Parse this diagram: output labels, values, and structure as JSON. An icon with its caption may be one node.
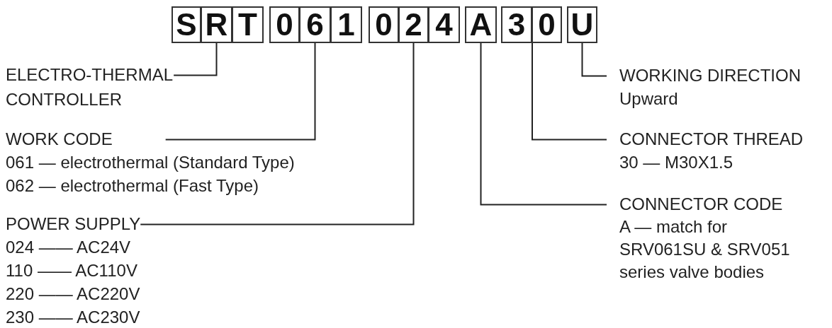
{
  "diagram": {
    "nodes": [
      {
        "text": [
          "S"
        ]
      },
      {
        "text": [
          "R"
        ]
      },
      {
        "text": [
          "T"
        ]
      },
      {
        "text": [
          "0"
        ]
      },
      {
        "text": [
          "6"
        ]
      },
      {
        "text": [
          "1"
        ]
      },
      {
        "text": [
          "0"
        ]
      },
      {
        "text": [
          "2"
        ]
      },
      {
        "text": [
          "4"
        ]
      },
      {
        "text": [
          "A"
        ]
      },
      {
        "text": [
          "3"
        ]
      },
      {
        "text": [
          "0"
        ]
      },
      {
        "text": [
          "U"
        ]
      },
      {
        "text": [
          "ELECTRO-THERMAL CONTROLLER"
        ]
      },
      {
        "text": [
          "WORKING DIRECTION",
          "Upward"
        ]
      },
      {
        "text": [
          "WORK CODE",
          "061 — electrothermal (Standard Type)",
          "062 — electrothermal (Fast Type)"
        ]
      },
      {
        "text": [
          "CONNECTOR THREAD",
          "30 — M30X1.5"
        ]
      },
      {
        "text": [
          "CONNECTOR CODE",
          "A — match for SRV061SU & SRV051 series valve bodies"
        ]
      },
      {
        "text": [
          "POWER SUPPLY",
          "024 —— AC24V",
          "110 —— AC110V",
          "220 —— AC220V",
          "230 —— AC230V"
        ]
      }
    ],
    "edges": [
      {
        "from": 13,
        "to": 1,
        "arrow": "none"
      },
      {
        "from": 14,
        "to": 12,
        "arrow": "none"
      },
      {
        "from": 15,
        "to": 4,
        "arrow": "none"
      },
      {
        "from": 16,
        "to": 10,
        "arrow": "none"
      },
      {
        "from": 17,
        "to": 9,
        "arrow": "none"
      },
      {
        "from": 18,
        "to": 7,
        "arrow": "none"
      }
    ]
  }
}
